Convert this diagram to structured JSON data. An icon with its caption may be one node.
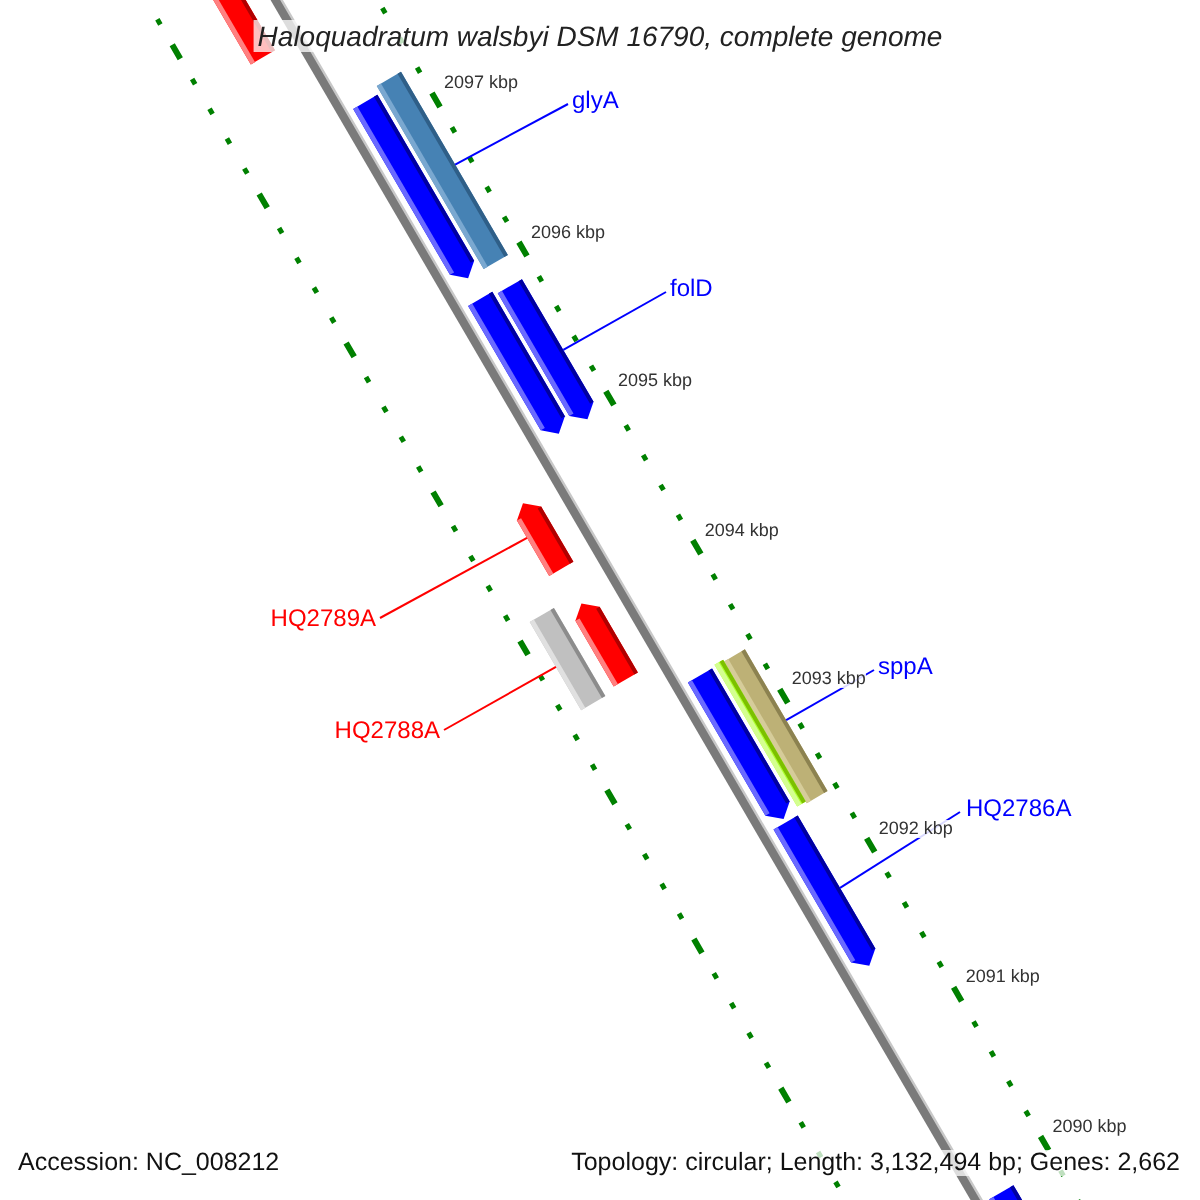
{
  "diagram": {
    "title": "Haloquadratum walsbyi DSM 16790, complete genome",
    "nodes": [
      {
        "text": [],
        "shape": "arrow"
      },
      {
        "text": [],
        "shape": "bar"
      },
      {
        "text": [],
        "shape": "arrow"
      },
      {
        "text": [
          "glyA"
        ]
      },
      {
        "text": [],
        "shape": "arrow"
      },
      {
        "text": [],
        "shape": "arrow"
      },
      {
        "text": [
          "folD"
        ]
      },
      {
        "text": [],
        "shape": "arrow"
      },
      {
        "text": [],
        "shape": "bar"
      },
      {
        "text": [],
        "shape": "arrow"
      },
      {
        "text": [
          "HQ2789A"
        ]
      },
      {
        "text": [],
        "shape": "bar"
      },
      {
        "text": [],
        "shape": "bar"
      },
      {
        "text": [],
        "shape": "arrow"
      },
      {
        "text": [
          "sppA"
        ]
      },
      {
        "text": [
          "HQ2788A"
        ]
      },
      {
        "text": [],
        "shape": "arrow"
      },
      {
        "text": [
          "HQ2786A"
        ]
      },
      {
        "text": [],
        "shape": "arrow"
      }
    ],
    "edges": [
      {
        "from": 3,
        "to": 1,
        "arrow": "none"
      },
      {
        "from": 6,
        "to": 4,
        "arrow": "none"
      },
      {
        "from": 10,
        "to": 7,
        "arrow": "none",
        "color": "#ff0000"
      },
      {
        "from": 15,
        "to": 8,
        "arrow": "none",
        "color": "#ff0000"
      },
      {
        "from": 14,
        "to": 11,
        "arrow": "none"
      },
      {
        "from": 17,
        "to": 16,
        "arrow": "none"
      }
    ],
    "labels": [
      "2097 kbp",
      "2096 kbp",
      "2095 kbp",
      "2094 kbp",
      "2093 kbp",
      "2092 kbp",
      "2091 kbp",
      "2090 kbp",
      "Accession: NC_008212",
      "Topology: circular; Length: 3,132,494 bp; Genes: 2,662"
    ]
  }
}
